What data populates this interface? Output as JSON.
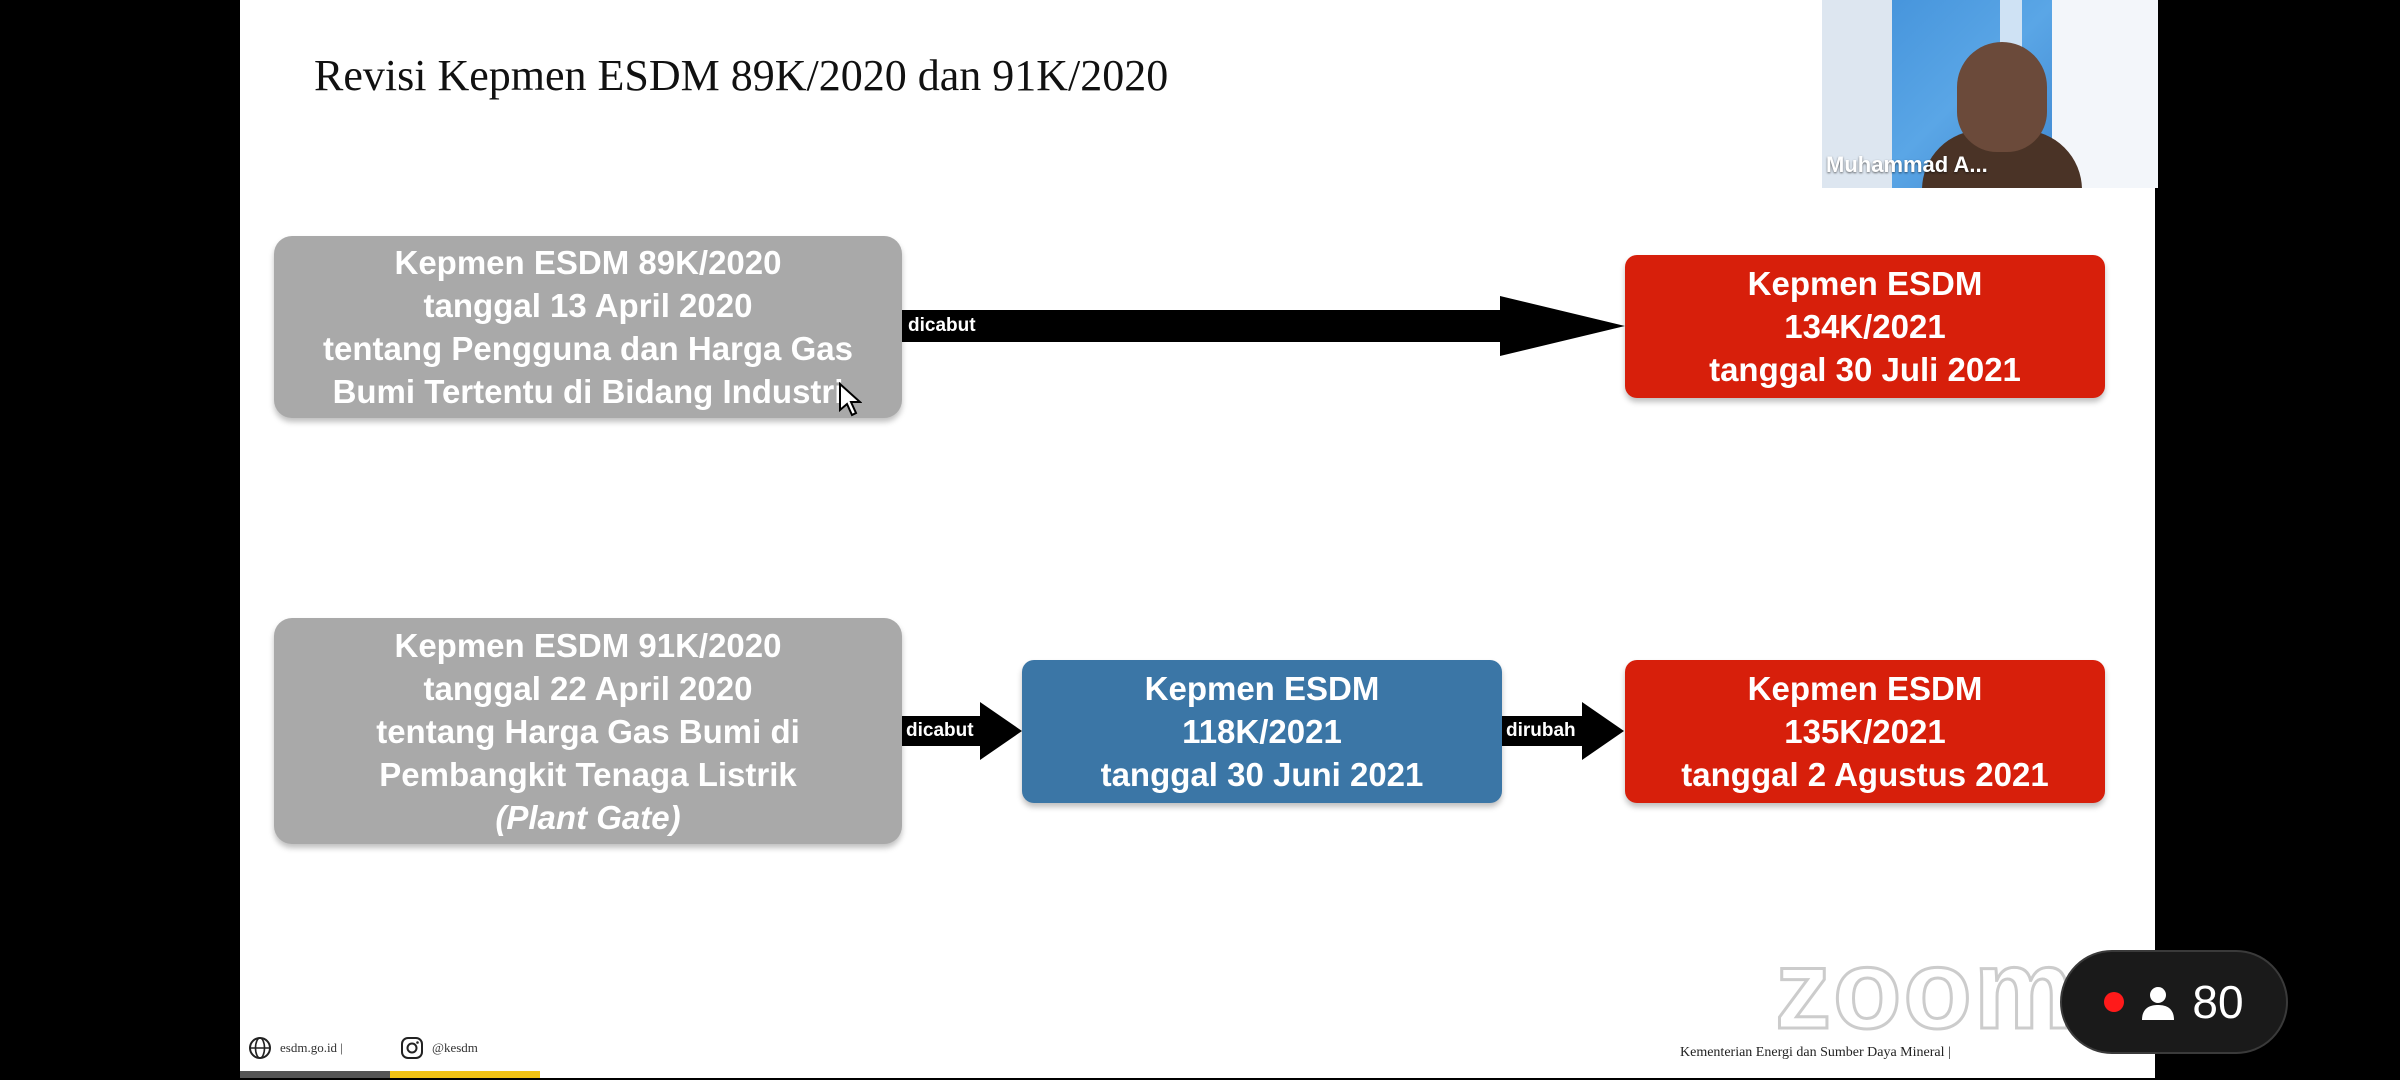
{
  "slide": {
    "title": "Revisi Kepmen ESDM 89K/2020 dan 91K/2020",
    "box_89k": {
      "lines": [
        "Kepmen ESDM 89K/2020",
        "tanggal 13 April 2020",
        "tentang Pengguna dan Harga Gas",
        "Bumi Tertentu di Bidang Industri"
      ]
    },
    "box_134k": {
      "lines": [
        "Kepmen ESDM",
        "134K/2021",
        "tanggal 30 Juli 2021"
      ]
    },
    "box_91k": {
      "lines": [
        "Kepmen ESDM 91K/2020",
        "tanggal 22 April 2020",
        "tentang Harga Gas Bumi di",
        "Pembangkit Tenaga Listrik",
        "(Plant Gate)"
      ]
    },
    "box_118k": {
      "lines": [
        "Kepmen ESDM",
        "118K/2021",
        "tanggal 30 Juni 2021"
      ]
    },
    "box_135k": {
      "lines": [
        "Kepmen ESDM",
        "135K/2021",
        "tanggal 2 Agustus 2021"
      ]
    },
    "arrow_labels": {
      "top": "dicabut",
      "bottom_left": "dicabut",
      "bottom_right": "dirubah"
    },
    "footer": {
      "website": "esdm.go.id |",
      "instagram": "@kesdm",
      "ministry": "Kementerian Energi dan Sumber Daya Mineral |"
    },
    "watermark": "zoom"
  },
  "video_tile": {
    "participant_name": "Muhammad A..."
  },
  "participants": {
    "count": "80"
  },
  "colors": {
    "gray_box": "#a9a9a9",
    "blue_box": "#3b76a6",
    "red_box": "#d71f0b",
    "recording": "#ff1a1a"
  }
}
